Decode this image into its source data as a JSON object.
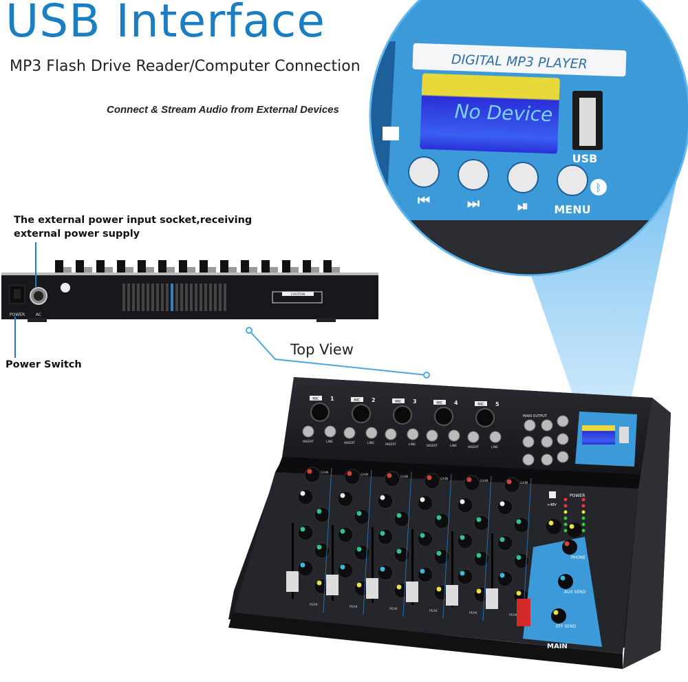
{
  "header": {
    "title": "USB Interface",
    "subtitle": "MP3 Flash Drive Reader/Computer Connection",
    "tagline": "Connect & Stream Audio from External Devices"
  },
  "callouts": {
    "power_input": [
      "The external power input socket,receiving",
      "external power supply"
    ],
    "power_switch": "Power Switch",
    "top_view": "Top View"
  },
  "rear_panel": {
    "power_label": "POWER",
    "ac_label": "AC",
    "caution_label": "CAUTION"
  },
  "mp3_player": {
    "title": "DIGITAL MP3 PLAYER",
    "display_text": "No Device",
    "usb_label": "USB",
    "buttons": [
      {
        "icon": "previous-icon",
        "glyph": "⏮"
      },
      {
        "icon": "next-icon",
        "glyph": "⏭"
      },
      {
        "icon": "play-pause-icon",
        "glyph": "⏯"
      },
      {
        "icon": "menu-icon",
        "label": "MENU"
      }
    ],
    "bluetooth_icon": "bluetooth-icon"
  },
  "mixer": {
    "channels": [
      "1",
      "2",
      "3",
      "4",
      "5"
    ],
    "mic_label": "MIC",
    "insert_label": "INSERT",
    "line_label": "LINE",
    "main_output_label": "MAIN OUTPUT",
    "gain_label": "GAIN",
    "power_led_label": "POWER",
    "phantom_label": "+48V",
    "phone_label": "PHONE",
    "aux_send_label": "AUX SEND",
    "eff_send_label": "EFF SEND",
    "main_label": "MAIN",
    "peak_label": "PEAK"
  },
  "colors": {
    "title_blue": "#1b7ec2",
    "panel_blue": "#3d9ad8",
    "lcd_yellow": "#e8d83a",
    "lcd_blue": "#2a2fd8",
    "lcd_text": "#7fd3f5",
    "chassis": "#1c1d20"
  }
}
